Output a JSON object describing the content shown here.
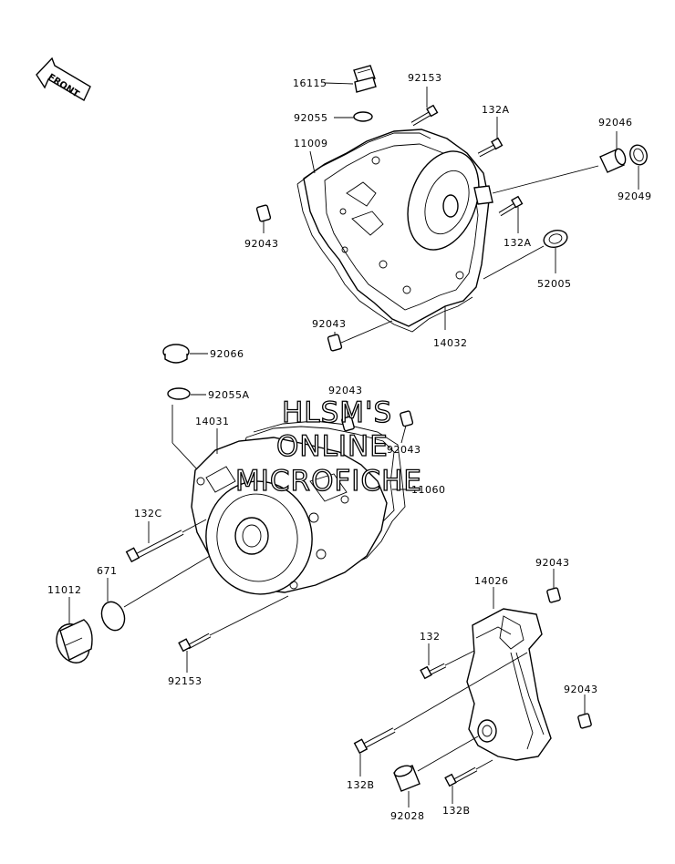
{
  "front_label": "FRONT",
  "watermark": [
    "HLSM'S",
    "ONLINE",
    "MICROFICHE"
  ],
  "labels": {
    "p16115": "16115",
    "p92153_top": "92153",
    "p92055": "92055",
    "p132A_top": "132A",
    "p92046": "92046",
    "p11009": "11009",
    "p92049": "92049",
    "p92043_a": "92043",
    "p132A_bot": "132A",
    "p52005": "52005",
    "p92043_b": "92043",
    "p14032": "14032",
    "p92066": "92066",
    "p92055A": "92055A",
    "p92043_c": "92043",
    "p14031": "14031",
    "p92043_d": "92043",
    "p11060": "11060",
    "p132C": "132C",
    "p671": "671",
    "p11012": "11012",
    "p92153_bot": "92153",
    "p92043_e": "92043",
    "p14026": "14026",
    "p132": "132",
    "p92043_f": "92043",
    "p132B_left": "132B",
    "p92028": "92028",
    "p132B_right": "132B"
  }
}
